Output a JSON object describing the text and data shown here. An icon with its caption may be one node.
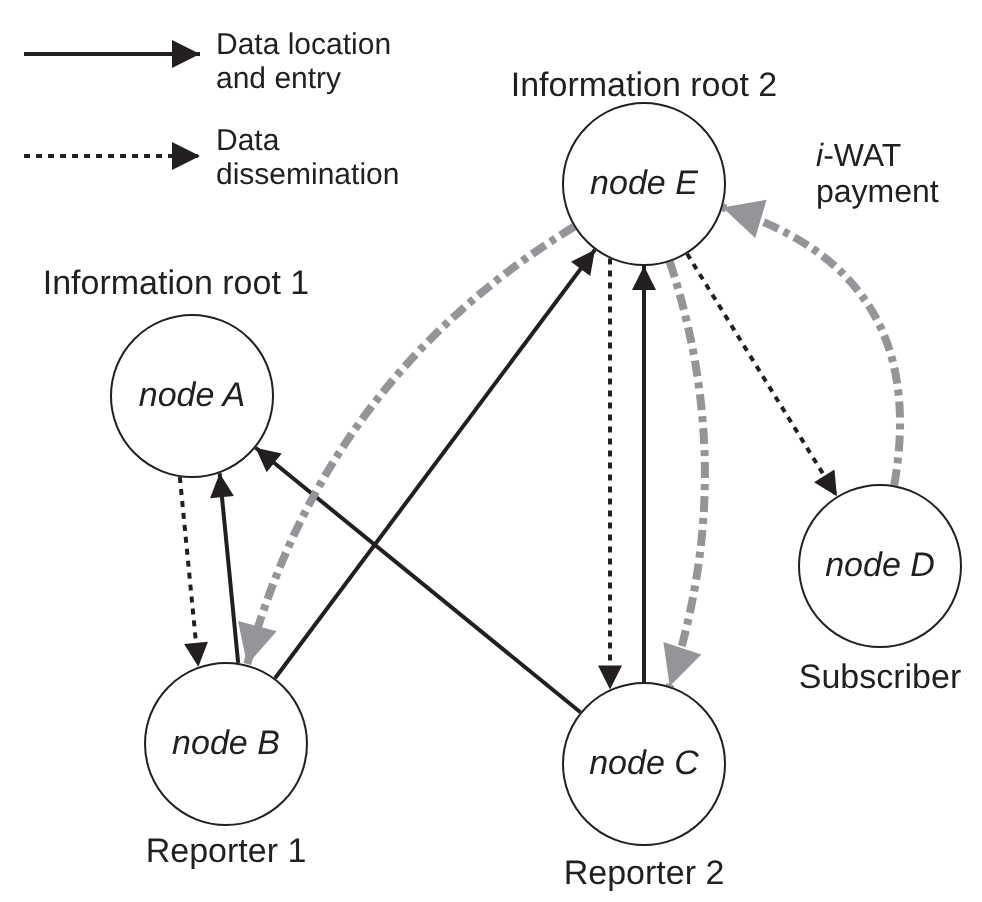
{
  "diagram": {
    "nodes": [
      {
        "text": [
          "node E"
        ],
        "beside": [
          "Information root 2"
        ]
      },
      {
        "text": [
          "node A"
        ],
        "beside": [
          "Information root 1"
        ]
      },
      {
        "text": [
          "node B"
        ],
        "beside": [
          "Reporter 1"
        ]
      },
      {
        "text": [
          "node C"
        ],
        "beside": [
          "Reporter 2"
        ]
      },
      {
        "text": [
          "node D"
        ],
        "beside": [
          "Subscriber"
        ]
      }
    ],
    "edges": [
      {
        "from": 1,
        "to": 2,
        "arrow": "to",
        "style": "dashed"
      },
      {
        "from": 2,
        "to": 1,
        "arrow": "to"
      },
      {
        "from": 2,
        "to": 0,
        "arrow": "to"
      },
      {
        "from": 3,
        "to": 1,
        "arrow": "to"
      },
      {
        "from": 0,
        "to": 3,
        "arrow": "to",
        "style": "dashed"
      },
      {
        "from": 3,
        "to": 0,
        "arrow": "to"
      },
      {
        "from": 0,
        "to": 4,
        "arrow": "to",
        "style": "dashed"
      },
      {
        "from": 0,
        "to": 2,
        "arrow": "to",
        "style": "dashed",
        "color": "#939598"
      },
      {
        "from": 0,
        "to": 3,
        "arrow": "to",
        "style": "dashed",
        "color": "#939598"
      },
      {
        "from": 4,
        "to": 0,
        "arrow": "to",
        "style": "dashed",
        "color": "#939598",
        "label": "*i*-WAT payment"
      }
    ],
    "legend": [
      {
        "text": "Data location and entry"
      },
      {
        "text": "Data dissemination"
      }
    ]
  }
}
